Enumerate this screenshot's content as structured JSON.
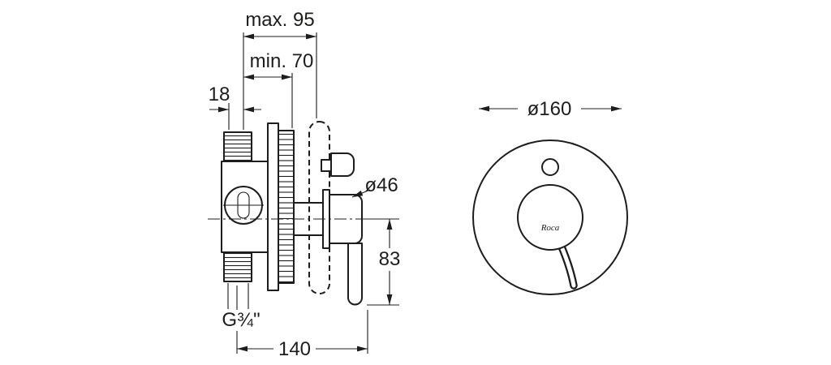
{
  "colors": {
    "line": "#1d1d1b",
    "background": "#ffffff"
  },
  "drawing": {
    "side": {
      "max95": "max. 95",
      "min70": "min. 70",
      "offset18": "18",
      "dia46": "ø46",
      "len83": "83",
      "thread": "G¾\"",
      "depth140": "140"
    },
    "front": {
      "dia160": "ø160",
      "brand": "Roca"
    }
  }
}
